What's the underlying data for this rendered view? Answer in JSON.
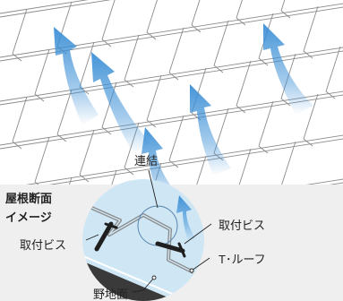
{
  "section_title": {
    "line1": "屋根断面",
    "line2": "イメージ"
  },
  "labels": {
    "connection": "連結",
    "fastener_left": "取付ビス",
    "fastener_right": "取付ビス",
    "roof_product": "T･ルーフ",
    "roof_deck": "野地面"
  },
  "colors": {
    "panel_background": "#efefef",
    "callout_fill": "#cfe7f5",
    "airflow": "#3b8fd6",
    "roof_line": "#8a8a8a",
    "screw": "#1f1f1f"
  },
  "icons": {
    "airflow": "arrow-up-icon",
    "fastener": "screw-icon"
  }
}
